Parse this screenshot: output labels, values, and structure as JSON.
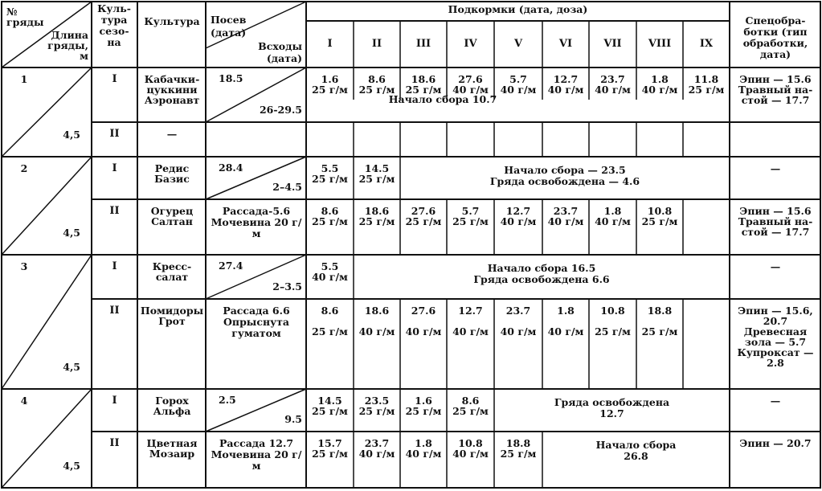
{
  "header": {
    "bed_no": "№ гряды",
    "bed_length": "Длина гряды, м",
    "season_culture": "Куль-тура сезо-на",
    "culture": "Культура",
    "sowing": "Посев (дата)",
    "shoots": "Всходы (дата)",
    "feedings": "Подкормки (дата, доза)",
    "feeding_numbers": [
      "I",
      "II",
      "III",
      "IV",
      "V",
      "VI",
      "VII",
      "VIII",
      "IX"
    ],
    "special": "Спецобра-ботки (тип обработки, дата)"
  },
  "beds": [
    {
      "no": "1",
      "length": "4,5",
      "rows": [
        {
          "season": "I",
          "culture": "Кабачки-цуккини Аэронавт",
          "sowing": "18.5",
          "shoots": "26-29.5",
          "feedings": [
            {
              "date": "1.6",
              "dose": "25 г/м"
            },
            {
              "date": "8.6",
              "dose": "25 г/м"
            },
            {
              "date": "18.6",
              "dose": "25 г/м"
            },
            {
              "date": "27.6",
              "dose": "40 г/м"
            },
            {
              "date": "5.7",
              "dose": "40 г/м"
            },
            {
              "date": "12.7",
              "dose": "40 г/м"
            },
            {
              "date": "23.7",
              "dose": "40 г/м"
            },
            {
              "date": "1.8",
              "dose": "40 г/м"
            },
            {
              "date": "11.8",
              "dose": "25 г/м"
            }
          ],
          "note": "Начало сбора 10.7",
          "special": "Эпин — 15.6 Травный на-стой — 17.7"
        },
        {
          "season": "II",
          "culture": "—"
        }
      ]
    },
    {
      "no": "2",
      "length": "4,5",
      "rows": [
        {
          "season": "I",
          "culture": "Редис Базис",
          "sowing": "28.4",
          "shoots": "2–4.5",
          "feedings": [
            {
              "date": "5.5",
              "dose": "25 г/м"
            },
            {
              "date": "14.5",
              "dose": "25 г/м"
            }
          ],
          "note_line1": "Начало сбора — 23.5",
          "note_line2": "Гряда освобождена — 4.6",
          "special": "—"
        },
        {
          "season": "II",
          "culture": "Огурец Салтан",
          "sowing": "Рассада-5.6 Мочевина 20 г/м",
          "feedings": [
            {
              "date": "8.6",
              "dose": "25 г/м"
            },
            {
              "date": "18.6",
              "dose": "25 г/м"
            },
            {
              "date": "27.6",
              "dose": "25 г/м"
            },
            {
              "date": "5.7",
              "dose": "25 г/м"
            },
            {
              "date": "12.7",
              "dose": "40 г/м"
            },
            {
              "date": "23.7",
              "dose": "40 г/м"
            },
            {
              "date": "1.8",
              "dose": "40 г/м"
            },
            {
              "date": "10.8",
              "dose": "25 г/м"
            }
          ],
          "special": "Эпин — 15.6 Травный на-стой — 17.7"
        }
      ]
    },
    {
      "no": "3",
      "length": "4,5",
      "rows": [
        {
          "season": "I",
          "culture": "Кресс-салат",
          "sowing": "27.4",
          "shoots": "2–3.5",
          "feedings": [
            {
              "date": "5.5",
              "dose": "40 г/м"
            }
          ],
          "note_line1": "Начало сбора 16.5",
          "note_line2": "Гряда освобождена 6.6",
          "special": "—"
        },
        {
          "season": "II",
          "culture": "Помидоры Грот",
          "sowing": "Рассада 6.6 Опрыснута гуматом",
          "feedings": [
            {
              "date": "8.6",
              "dose": "25 г/м"
            },
            {
              "date": "18.6",
              "dose": "40 г/м"
            },
            {
              "date": "27.6",
              "dose": "40 г/м"
            },
            {
              "date": "12.7",
              "dose": "40 г/м"
            },
            {
              "date": "23.7",
              "dose": "40 г/м"
            },
            {
              "date": "1.8",
              "dose": "40 г/м"
            },
            {
              "date": "10.8",
              "dose": "25 г/м"
            },
            {
              "date": "18.8",
              "dose": "25 г/м"
            }
          ],
          "special": "Эпин — 15.6, 20.7 Древесная зола — 5.7 Купроксат — 2.8"
        }
      ]
    },
    {
      "no": "4",
      "length": "4,5",
      "rows": [
        {
          "season": "I",
          "culture": "Горох Альфа",
          "sowing": "2.5",
          "shoots": "9.5",
          "feedings": [
            {
              "date": "14.5",
              "dose": "25 г/м"
            },
            {
              "date": "23.5",
              "dose": "25 г/м"
            },
            {
              "date": "1.6",
              "dose": "25 г/м"
            },
            {
              "date": "8.6",
              "dose": "25 г/м"
            }
          ],
          "note_line1": "Гряда освобождена",
          "note_line2": "12.7",
          "special": "—"
        },
        {
          "season": "II",
          "culture": "Цветная Мозаир",
          "sowing": "Рассада 12.7 Мочевина 20 г/м",
          "feedings": [
            {
              "date": "15.7",
              "dose": "25 г/м"
            },
            {
              "date": "23.7",
              "dose": "40 г/м"
            },
            {
              "date": "1.8",
              "dose": "40 г/м"
            },
            {
              "date": "10.8",
              "dose": "40 г/м"
            },
            {
              "date": "18.8",
              "dose": "25 г/м"
            }
          ],
          "note_line1": "Начало сбора",
          "note_line2": "26.8",
          "special": "Эпин — 20.7"
        }
      ]
    }
  ]
}
